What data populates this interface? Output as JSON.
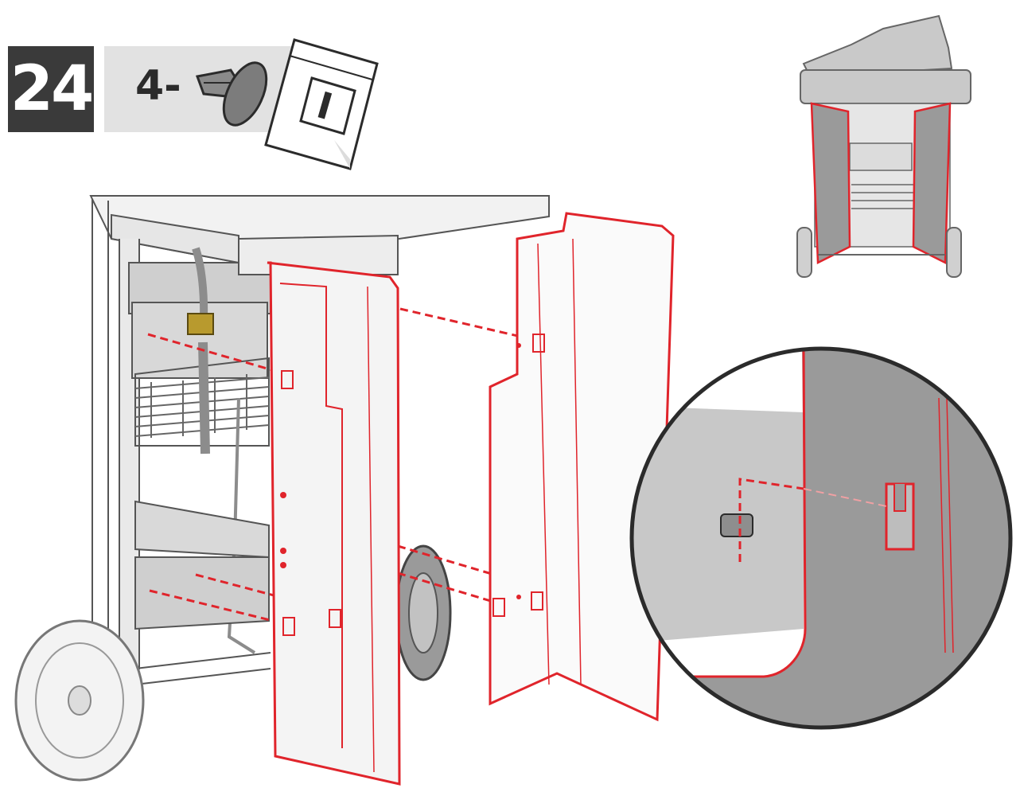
{
  "step": {
    "number": "24",
    "quantity_label": "4-",
    "hardware_icon": "push-pin-fastener-icon",
    "bag_label": "I"
  },
  "colors": {
    "highlight": "#e0242b",
    "dark": "#3a3a3a",
    "strip": "#e2e2e2",
    "panel_fill": "#f4f4f4",
    "metal": "#bdbdbd",
    "detail_bg": "#9a9a9a"
  },
  "icons": [
    "push-pin-fastener-icon",
    "hardware-bag-icon",
    "grill-overview-icon",
    "magnified-detail-icon"
  ]
}
